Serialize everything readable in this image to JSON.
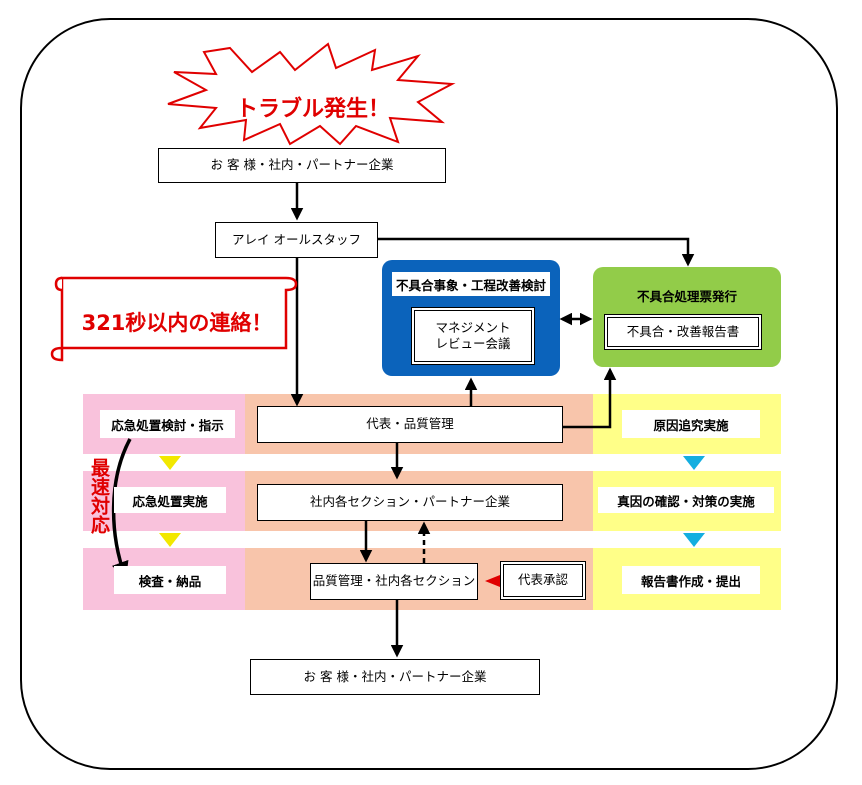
{
  "trouble": "トラブル発生！",
  "customer_top": "お 客 様・社内・パートナー企業",
  "staff": "アレイ オールスタッフ",
  "contact_banner": "321秒以内の連絡！",
  "review_panel": {
    "title": "不具合事象・工程改善検討",
    "box": [
      "マネジメント",
      "レビュー会議"
    ]
  },
  "defect_panel": {
    "title": "不具合処理票発行",
    "box": "不具合・改善報告書"
  },
  "left_steps": [
    "応急処置検討・指示",
    "応急処置実施",
    "検査・納品"
  ],
  "fastest_label": "最速対応",
  "center_steps": [
    "代表・品質管理",
    "社内各セクション・パートナー企業",
    "品質管理・社内各セクション"
  ],
  "approval": "代表承認",
  "right_steps": [
    "原因追究実施",
    "真因の確認・対策の実施",
    "報告書作成・提出"
  ],
  "customer_bottom": "お 客 様・社内・パートナー企業",
  "colors": {
    "pink": "#f9c2dc",
    "peach": "#f8c5ab",
    "yellow": "#ffff88",
    "blue_panel": "#0b63bb",
    "green_panel": "#92cc49",
    "red": "#e00000",
    "triangle_yellow": "#f2e800",
    "triangle_blue": "#14aee0"
  }
}
